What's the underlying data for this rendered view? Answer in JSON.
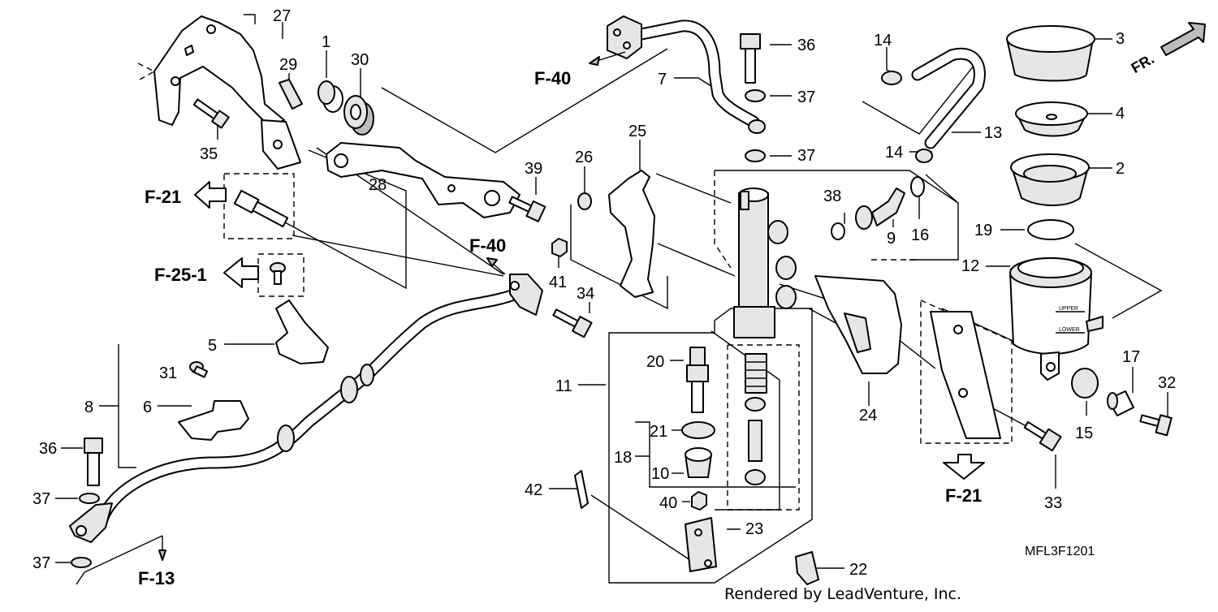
{
  "diagram": {
    "part_numbers": [
      "1",
      "2",
      "3",
      "4",
      "5",
      "6",
      "7",
      "8",
      "9",
      "10",
      "11",
      "12",
      "13",
      "14",
      "15",
      "16",
      "17",
      "18",
      "19",
      "20",
      "21",
      "22",
      "23",
      "24",
      "25",
      "26",
      "27",
      "28",
      "29",
      "30",
      "31",
      "32",
      "33",
      "34",
      "35",
      "36",
      "37",
      "38",
      "39",
      "40",
      "41",
      "42"
    ],
    "refs": {
      "f40_top": "F-40",
      "f40_mid": "F-40",
      "f21_left": "F-21",
      "f25": "F-25-1",
      "f13": "F-13",
      "f21_right": "F-21"
    },
    "direction": "FR.",
    "reservoir_marks": {
      "upper": "UPPER",
      "lower": "LOWER"
    },
    "diagram_code": "MFL3F1201",
    "credit": "Rendered by LeadVenture, Inc."
  }
}
